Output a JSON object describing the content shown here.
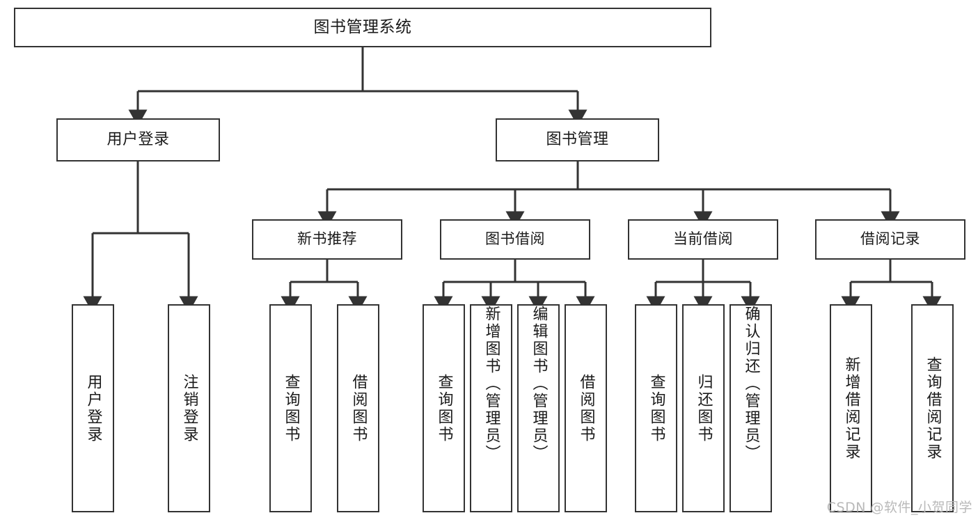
{
  "diagram": {
    "type": "tree-hierarchy",
    "title": "图书管理系统",
    "watermark": "CSDN @软件_小贺同学",
    "style": {
      "background": "#ffffff",
      "node_fill": "#ffffff",
      "node_border": "#333333",
      "text_color": "#1a1a1a",
      "edge_color": "#333333",
      "watermark_color": "#b9b9b9"
    },
    "nodes": {
      "root": {
        "label": "图书管理系统",
        "level": 1
      },
      "level2": [
        {
          "id": "user-login",
          "label": "用户登录"
        },
        {
          "id": "book-manage",
          "label": "图书管理"
        }
      ],
      "level3": [
        {
          "id": "new-book-recommend",
          "label": "新书推荐",
          "parent": "book-manage"
        },
        {
          "id": "book-borrow",
          "label": "图书借阅",
          "parent": "book-manage"
        },
        {
          "id": "current-borrow",
          "label": "当前借阅",
          "parent": "book-manage"
        },
        {
          "id": "borrow-record",
          "label": "借阅记录",
          "parent": "book-manage"
        }
      ],
      "leaves": [
        {
          "id": "leaf-user-login",
          "label": "用户登录",
          "parent": "user-login"
        },
        {
          "id": "leaf-logout",
          "label": "注销登录",
          "parent": "user-login"
        },
        {
          "id": "leaf-query-book-1",
          "label": "查询图书",
          "parent": "new-book-recommend"
        },
        {
          "id": "leaf-borrow-book-1",
          "label": "借阅图书",
          "parent": "new-book-recommend"
        },
        {
          "id": "leaf-query-book-2",
          "label": "查询图书",
          "parent": "book-borrow"
        },
        {
          "id": "leaf-add-book",
          "label": "新增图书（管理员）",
          "parent": "book-borrow"
        },
        {
          "id": "leaf-edit-book",
          "label": "编辑图书（管理员）",
          "parent": "book-borrow"
        },
        {
          "id": "leaf-borrow-book-2",
          "label": "借阅图书",
          "parent": "book-borrow"
        },
        {
          "id": "leaf-query-book-3",
          "label": "查询图书",
          "parent": "current-borrow"
        },
        {
          "id": "leaf-return-book",
          "label": "归还图书",
          "parent": "current-borrow"
        },
        {
          "id": "leaf-confirm-return",
          "label": "确认归还（管理员）",
          "parent": "current-borrow"
        },
        {
          "id": "leaf-add-record",
          "label": "新增借阅记录",
          "parent": "borrow-record"
        },
        {
          "id": "leaf-query-record",
          "label": "查询借阅记录",
          "parent": "borrow-record"
        }
      ]
    }
  }
}
